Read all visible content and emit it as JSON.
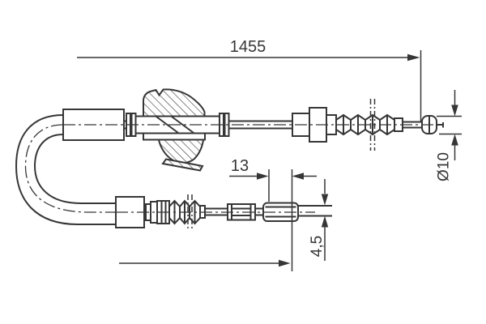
{
  "colors": {
    "line": "#363636",
    "background": "#ffffff"
  },
  "dimensions": {
    "overall_length": "1455",
    "fitting_length": "13",
    "cable_diameter": "4,5",
    "end_diameter": "Ø10"
  }
}
